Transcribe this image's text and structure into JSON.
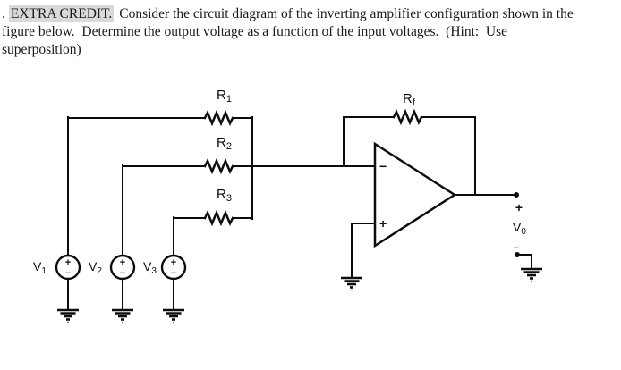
{
  "problem": {
    "number_prefix": ".",
    "title_highlighted": "EXTRA CREDIT.",
    "line1_rest": "Consider the circuit diagram of the inverting amplifier configuration shown in the",
    "line2": "figure below.  Determine the output voltage as a function of the input voltages.  (Hint:  Use",
    "line3": "superposition)",
    "highlight_color": "#d9d9d9"
  },
  "circuit": {
    "stroke_color": "#0d0d0d",
    "components": {
      "r1": {
        "label": "R",
        "sub": "1"
      },
      "r2": {
        "label": "R",
        "sub": "2"
      },
      "r3": {
        "label": "R",
        "sub": "3"
      },
      "rf": {
        "label": "R",
        "sub": "f"
      },
      "v1": {
        "label": "V",
        "sub": "1"
      },
      "v2": {
        "label": "V",
        "sub": "2"
      },
      "v3": {
        "label": "V",
        "sub": "3"
      },
      "v0": {
        "label": "V",
        "sub": "0"
      }
    },
    "opamp": {
      "inverting_mark": "−",
      "noninverting_mark": "+"
    },
    "source_marks": {
      "plus": "+",
      "minus": "−"
    },
    "output": {
      "plus_mark": "+",
      "minus_mark": "−"
    }
  }
}
